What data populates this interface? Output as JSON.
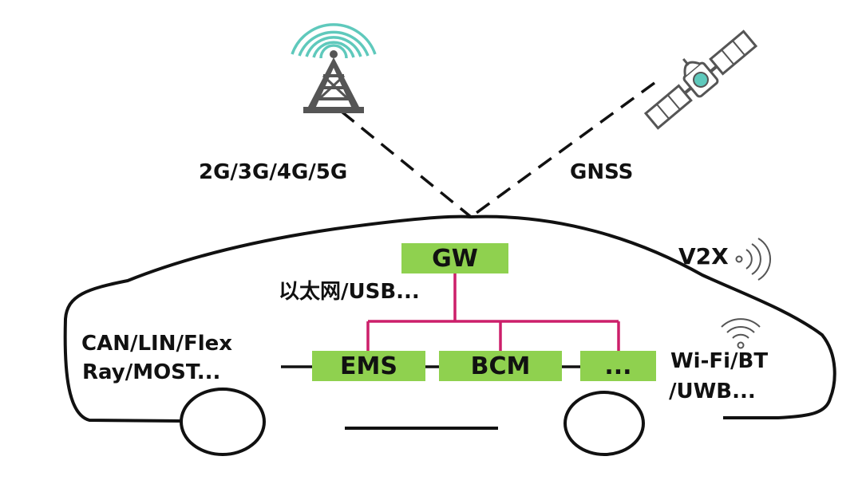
{
  "labels": {
    "cellular": "2G/3G/4G/5G",
    "gnss": "GNSS",
    "v2x": "V2X",
    "ethernet": "以太网/USB...",
    "bus_line1": "CAN/LIN/Flex",
    "bus_line2": "Ray/MOST...",
    "wireless_line1": "Wi-Fi/BT",
    "wireless_line2": "/UWB..."
  },
  "nodes": {
    "gateway": "GW",
    "ems": "EMS",
    "bcm": "BCM",
    "more": "..."
  },
  "icons": {
    "tower": "cell-tower-icon",
    "satellite": "satellite-icon",
    "v2x": "radio-waves-icon",
    "wifi": "wifi-icon"
  },
  "colors": {
    "node_fill": "#8fd14f",
    "bus_line": "#cc1f6a",
    "signal_teal": "#5fc9bc",
    "tower_gray": "#555555",
    "outline": "#111111"
  }
}
